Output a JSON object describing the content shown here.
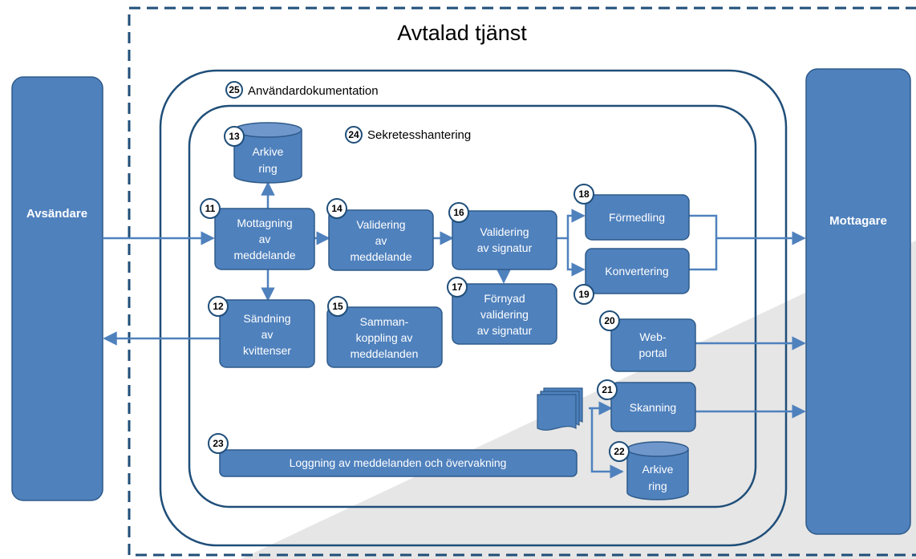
{
  "title": "Avtalad tjänst",
  "sender": "Avsändare",
  "receiver": "Mottagare",
  "scope_outer": {
    "num": "25",
    "label": "Användardokumentation"
  },
  "scope_inner": {
    "num": "24",
    "label": "Sekretesshantering"
  },
  "nodes": {
    "n11": {
      "num": "11",
      "lines": [
        "Mottagning",
        "av",
        "meddelande"
      ]
    },
    "n12": {
      "num": "12",
      "lines": [
        "Sändning",
        "av",
        "kvittenser"
      ]
    },
    "n13": {
      "num": "13",
      "lines": [
        "Arkive",
        "ring"
      ]
    },
    "n14": {
      "num": "14",
      "lines": [
        "Validering",
        "av",
        "meddelande"
      ]
    },
    "n15": {
      "num": "15",
      "lines": [
        "Samman-",
        "koppling av",
        "meddelanden"
      ]
    },
    "n16": {
      "num": "16",
      "lines": [
        "Validering",
        "av signatur"
      ]
    },
    "n17": {
      "num": "17",
      "lines": [
        "Förnyad",
        "validering",
        "av signatur"
      ]
    },
    "n18": {
      "num": "18",
      "lines": [
        "Förmedling"
      ]
    },
    "n19": {
      "num": "19",
      "lines": [
        "Konvertering"
      ]
    },
    "n20": {
      "num": "20",
      "lines": [
        "Web-",
        "portal"
      ]
    },
    "n21": {
      "num": "21",
      "lines": [
        "Skanning"
      ]
    },
    "n22": {
      "num": "22",
      "lines": [
        "Arkive",
        "ring"
      ]
    },
    "n23": {
      "num": "23",
      "lines": [
        "Loggning av meddelanden och övervakning"
      ]
    }
  },
  "colors": {
    "fill": "#4f81bd",
    "stroke": "#2e5a8a",
    "frame": "#1f4e79",
    "shade": "#e6e6e6"
  }
}
